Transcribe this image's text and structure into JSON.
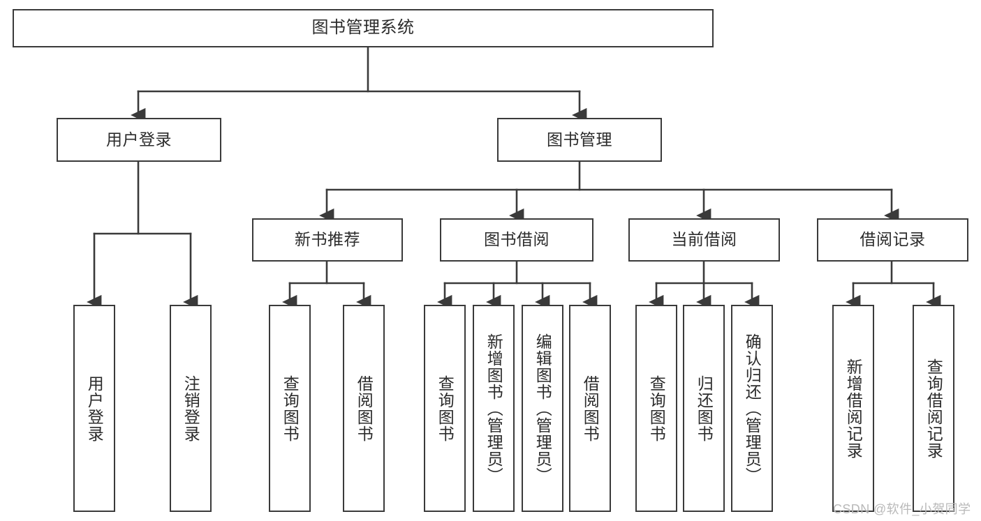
{
  "diagram": {
    "title": "图书管理系统",
    "type": "tree-hierarchy",
    "watermark": "CSDN @软件_小贺同学",
    "colors": {
      "background": "#ffffff",
      "node_border": "#3a3a3a",
      "node_fill": "#ffffff",
      "text": "#2b2b2b",
      "edge": "#3a3a3a",
      "watermark": "#b9b9b9"
    },
    "nodes": {
      "root": {
        "label": "图书管理系统"
      },
      "level2": [
        {
          "id": "user-login",
          "label": "用户登录"
        },
        {
          "id": "book-management",
          "label": "图书管理"
        }
      ],
      "level3": [
        {
          "id": "new-book-recommend",
          "label": "新书推荐"
        },
        {
          "id": "book-borrow",
          "label": "图书借阅"
        },
        {
          "id": "current-borrow",
          "label": "当前借阅"
        },
        {
          "id": "borrow-record",
          "label": "借阅记录"
        }
      ],
      "leaves": {
        "user_login": [
          {
            "id": "leaf-user-login",
            "label": "用户登录"
          },
          {
            "id": "leaf-logout-login",
            "label": "注销登录"
          }
        ],
        "new_book_recommend": [
          {
            "id": "leaf-query-book-1",
            "label": "查询图书"
          },
          {
            "id": "leaf-borrow-book-1",
            "label": "借阅图书"
          }
        ],
        "book_borrow": [
          {
            "id": "leaf-query-book-2",
            "label": "查询图书"
          },
          {
            "id": "leaf-add-book-admin",
            "label": "新增图书（管理员）"
          },
          {
            "id": "leaf-edit-book-admin",
            "label": "编辑图书（管理员）"
          },
          {
            "id": "leaf-borrow-book-2",
            "label": "借阅图书"
          }
        ],
        "current_borrow": [
          {
            "id": "leaf-query-book-3",
            "label": "查询图书"
          },
          {
            "id": "leaf-return-book",
            "label": "归还图书"
          },
          {
            "id": "leaf-confirm-return-admin",
            "label": "确认归还（管理员）"
          }
        ],
        "borrow_record": [
          {
            "id": "leaf-add-borrow-record",
            "label": "新增借阅记录"
          },
          {
            "id": "leaf-query-borrow-record",
            "label": "查询借阅记录"
          }
        ]
      }
    }
  }
}
